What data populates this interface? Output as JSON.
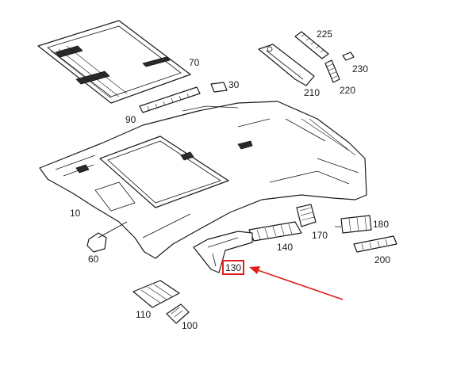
{
  "parts": [
    {
      "id": "p70",
      "number": "70"
    },
    {
      "id": "p30",
      "number": "30"
    },
    {
      "id": "p90",
      "number": "90"
    },
    {
      "id": "p225",
      "number": "225"
    },
    {
      "id": "p230",
      "number": "230"
    },
    {
      "id": "p210",
      "number": "210"
    },
    {
      "id": "p220",
      "number": "220"
    },
    {
      "id": "p10",
      "number": "10"
    },
    {
      "id": "p60",
      "number": "60"
    },
    {
      "id": "p180",
      "number": "180"
    },
    {
      "id": "p170",
      "number": "170"
    },
    {
      "id": "p140",
      "number": "140"
    },
    {
      "id": "p200",
      "number": "200"
    },
    {
      "id": "p130",
      "number": "130"
    },
    {
      "id": "p110",
      "number": "110"
    },
    {
      "id": "p100",
      "number": "100"
    }
  ],
  "highlight": {
    "part": "130",
    "color": "#e0201b"
  },
  "colors": {
    "line": "#1a1a1a",
    "accent": "#e0201b",
    "background": "#ffffff"
  }
}
